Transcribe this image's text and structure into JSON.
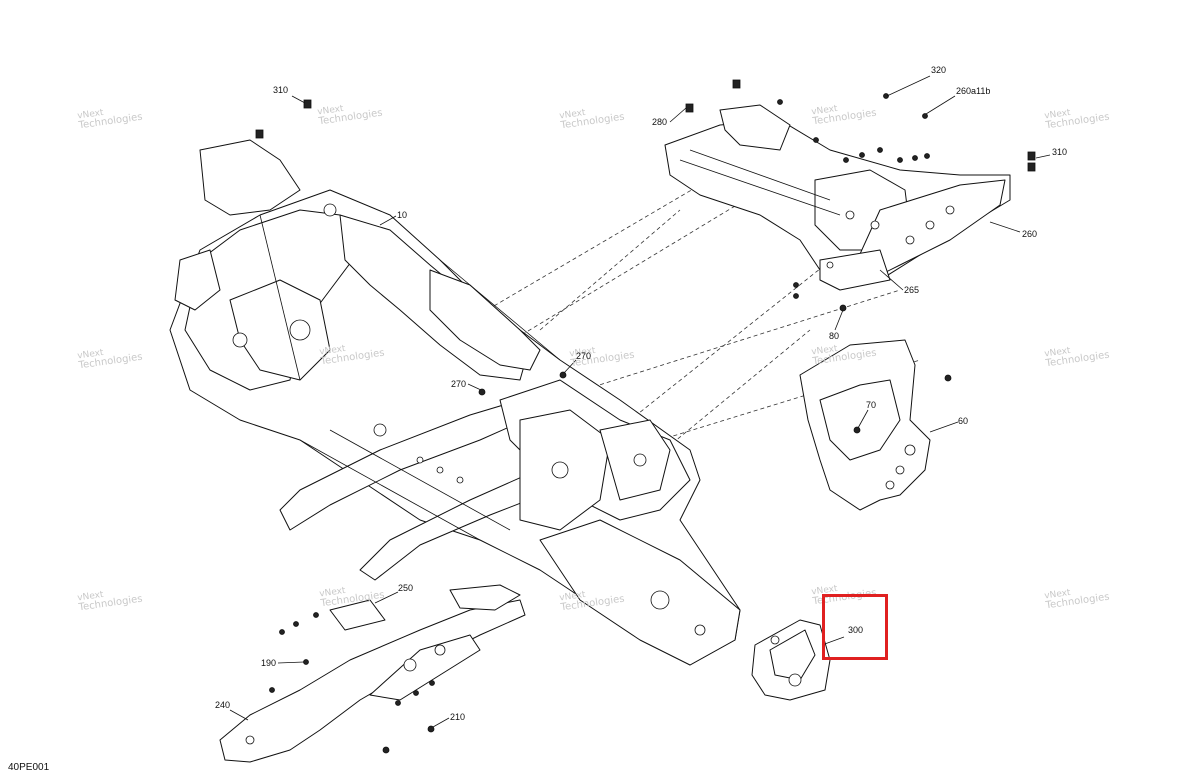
{
  "figure_code": "40PE001",
  "watermark": {
    "line1": "vNext",
    "line2": "Technologies"
  },
  "callouts": [
    {
      "id": "c310a",
      "label": "310"
    },
    {
      "id": "c10",
      "label": "10"
    },
    {
      "id": "c280",
      "label": "280"
    },
    {
      "id": "c320",
      "label": "320"
    },
    {
      "id": "c260a11b",
      "label": "260a11b"
    },
    {
      "id": "c310b",
      "label": "310"
    },
    {
      "id": "c260",
      "label": "260"
    },
    {
      "id": "c265",
      "label": "265"
    },
    {
      "id": "c80",
      "label": "80"
    },
    {
      "id": "c270a",
      "label": "270"
    },
    {
      "id": "c270b",
      "label": "270"
    },
    {
      "id": "c70",
      "label": "70"
    },
    {
      "id": "c60",
      "label": "60"
    },
    {
      "id": "c250",
      "label": "250"
    },
    {
      "id": "c190",
      "label": "190"
    },
    {
      "id": "c240",
      "label": "240"
    },
    {
      "id": "c210",
      "label": "210"
    },
    {
      "id": "c300",
      "label": "300"
    }
  ],
  "highlight": {
    "target_label": "300",
    "color": "#e02020"
  }
}
